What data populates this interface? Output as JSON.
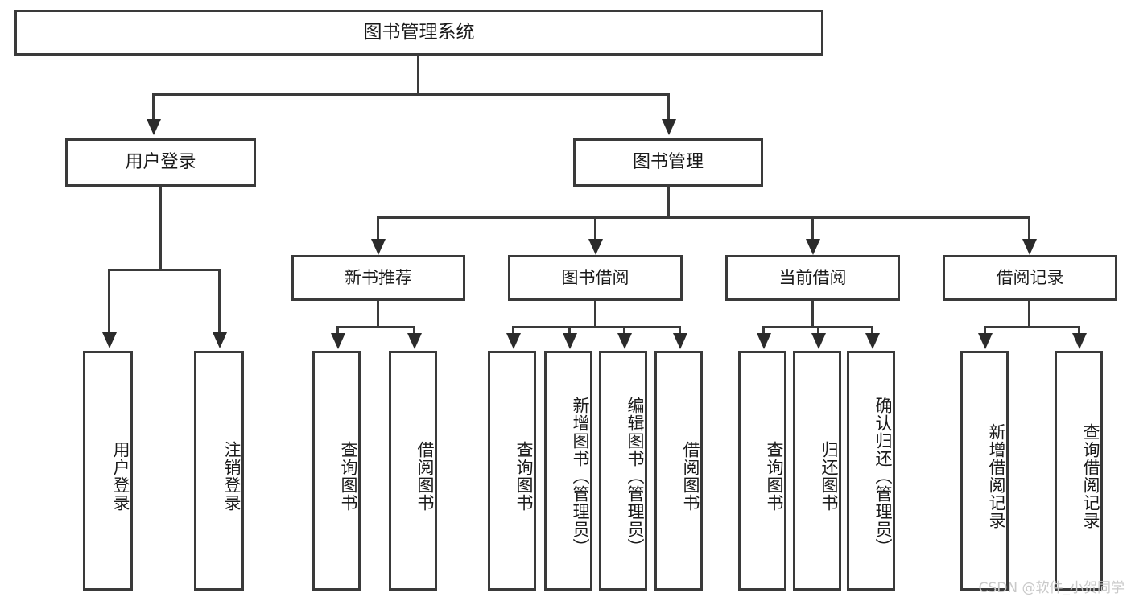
{
  "diagram": {
    "title": "图书管理系统",
    "type": "tree-hierarchy-diagram",
    "colors": {
      "stroke": "#3a3a3a",
      "arrow": "#2b2b2b",
      "fill": "#ffffff",
      "text": "#1a1a1a",
      "watermark": "#c9c9c9"
    },
    "root": {
      "label": "图书管理系统"
    },
    "level1": [
      {
        "label": "用户登录"
      },
      {
        "label": "图书管理"
      }
    ],
    "level2": [
      {
        "label": "新书推荐"
      },
      {
        "label": "图书借阅"
      },
      {
        "label": "当前借阅"
      },
      {
        "label": "借阅记录"
      }
    ],
    "leaves": {
      "user_login": [
        {
          "label": "用户登录"
        },
        {
          "label": "注销登录"
        }
      ],
      "new_book_recommend": [
        {
          "label": "查询图书"
        },
        {
          "label": "借阅图书"
        }
      ],
      "book_borrow": [
        {
          "label": "查询图书"
        },
        {
          "label": "新增图书（管理员）"
        },
        {
          "label": "编辑图书（管理员）"
        },
        {
          "label": "借阅图书"
        }
      ],
      "current_borrow": [
        {
          "label": "查询图书"
        },
        {
          "label": "归还图书"
        },
        {
          "label": "确认归还（管理员）"
        }
      ],
      "borrow_record": [
        {
          "label": "新增借阅记录"
        },
        {
          "label": "查询借阅记录"
        }
      ]
    }
  },
  "watermark": {
    "text": "CSDN @软件_小贺同学"
  }
}
